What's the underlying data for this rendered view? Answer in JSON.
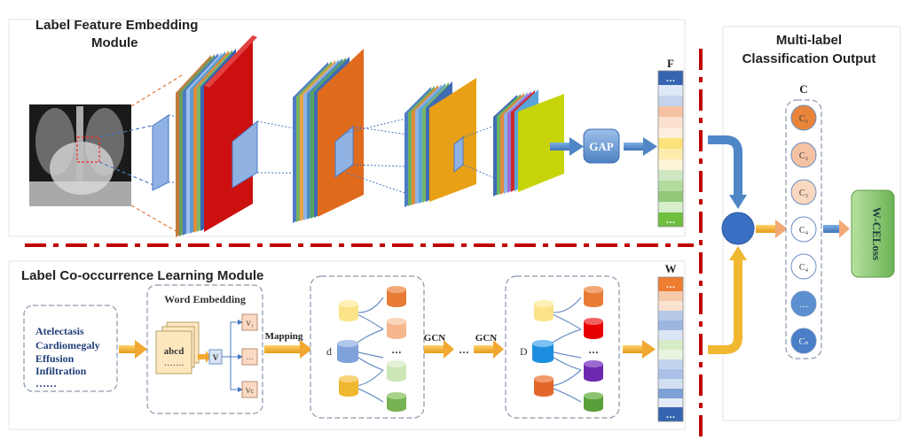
{
  "modules": {
    "feature": {
      "title_line1": "Label Feature Embedding",
      "title_line2": "Module"
    },
    "cooccurrence": {
      "title": "Label Co-occurrence Learning Module"
    },
    "output": {
      "title_line1": "Multi-label",
      "title_line2": "Classification Output"
    }
  },
  "feature_vector": {
    "label": "F",
    "top_dots": "…",
    "bottom_dots": "…"
  },
  "gap": {
    "label": "GAP"
  },
  "word_vector": {
    "label": "W",
    "top_dots": "…",
    "bottom_dots": "…"
  },
  "labels_list": [
    "Atelectasis",
    "Cardiomegaly",
    "Effusion",
    "Infiltration",
    "……"
  ],
  "word_embedding": {
    "title": "Word Embedding",
    "doc_text": "abcd",
    "doc_dots": "…….",
    "center_node": "V",
    "nodes": [
      "V₁",
      "…",
      "Vᴄ"
    ]
  },
  "mapping": {
    "label": "Mapping"
  },
  "gcn": {
    "label1": "GCN",
    "label2": "GCN",
    "dots": "…"
  },
  "graph1": {
    "node_label": "d",
    "dots": "…"
  },
  "graph2": {
    "node_label": "D",
    "dots": "…"
  },
  "classes": {
    "label": "C",
    "items": [
      "C₁",
      "C₂",
      "C₃",
      "C₄",
      "C₄",
      "…",
      "Cₙ"
    ],
    "colors": [
      "#e8843a",
      "#f5c3a3",
      "#f9d8c0",
      "#ffffff",
      "#ffffff",
      "#5c8fd0",
      "#4a7ec6"
    ]
  },
  "loss": {
    "label": "W-CELoss"
  },
  "colors": {
    "divider": "#c00000",
    "arrow_orange": "#f0a830",
    "arrow_blue": "#4f86c6",
    "loss_green": "#8dc873",
    "fusion_node": "#3a6fc4"
  }
}
